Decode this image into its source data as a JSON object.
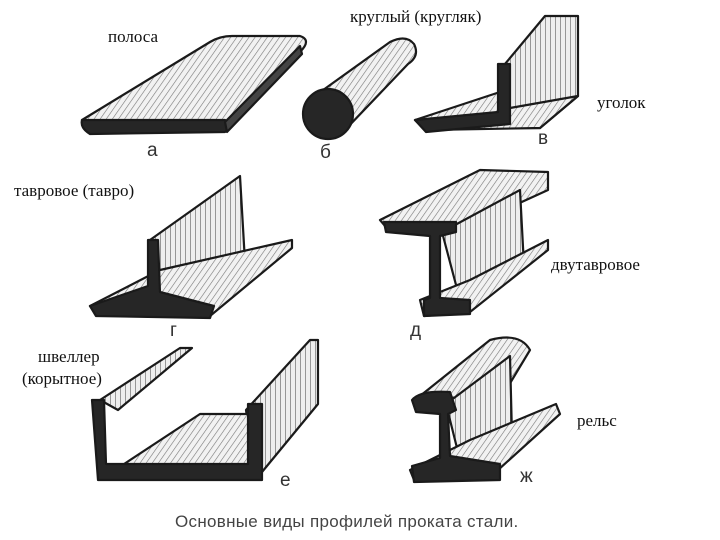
{
  "labels": {
    "strip": "полоса",
    "round": "круглый (кругляк)",
    "angle": "уголок",
    "tee": "тавровое (тавро)",
    "ibeam": "двутавровое",
    "channel_line1": "швеллер",
    "channel_line2": "(корытное)",
    "rail": "рельс"
  },
  "letters": {
    "a": "а",
    "b": "б",
    "v": "в",
    "g": "г",
    "d": "д",
    "e": "е",
    "zh": "ж"
  },
  "caption": "Основные виды профилей проката стали."
}
